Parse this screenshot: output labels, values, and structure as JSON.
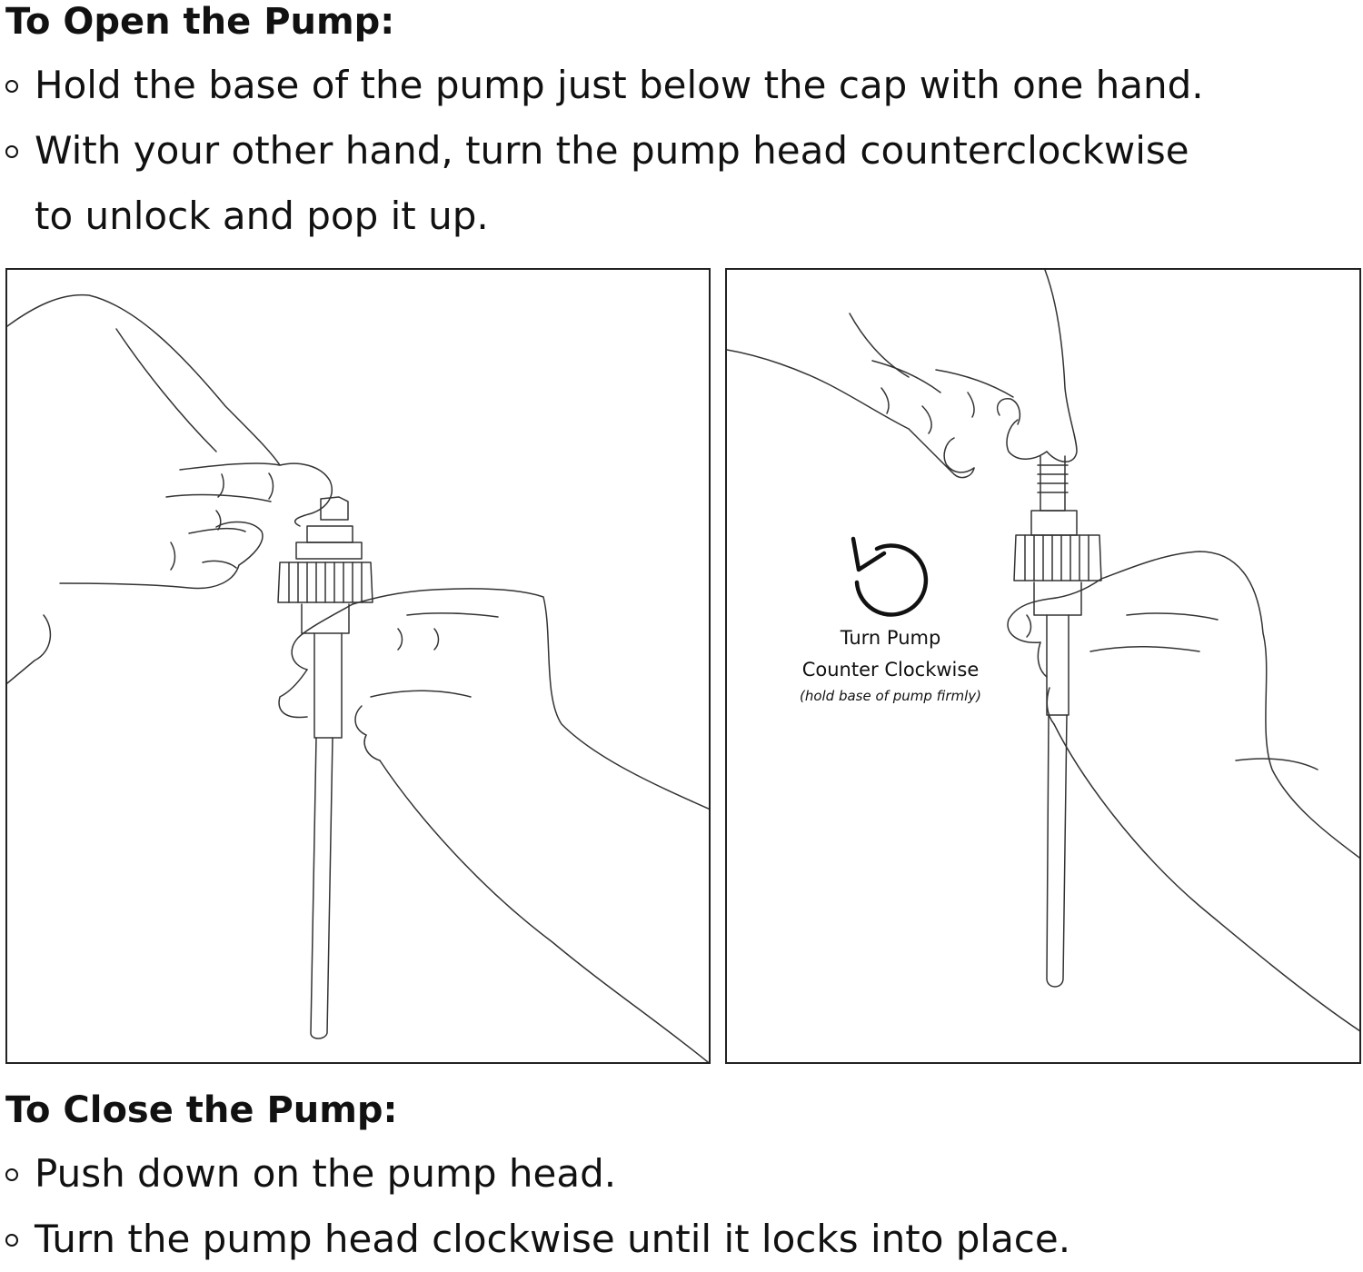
{
  "open_section": {
    "heading": "To Open the Pump:",
    "steps": [
      "Hold the base of the pump just below the cap with one hand.",
      "With your other hand, turn the pump head counterclockwise",
      "to unlock and pop it up."
    ]
  },
  "illustrations": {
    "left_panel": {
      "icon": "hands-holding-pump-illustration"
    },
    "right_panel": {
      "icon": "hands-turning-pump-illustration",
      "arrow_icon": "counterclockwise-arrow-icon",
      "caption_line1": "Turn Pump",
      "caption_line2": "Counter Clockwise",
      "caption_note": "(hold base of pump firmly)"
    }
  },
  "close_section": {
    "heading": "To Close the Pump:",
    "steps": [
      "Push down on the pump head.",
      "Turn the pump head clockwise until it locks into place."
    ]
  }
}
